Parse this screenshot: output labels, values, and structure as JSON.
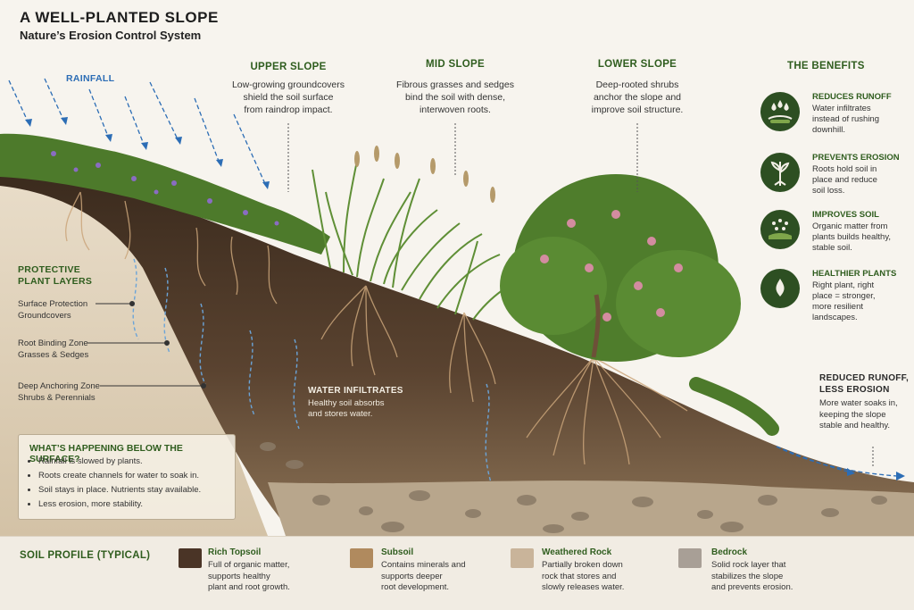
{
  "header": {
    "title": "A WELL-PLANTED SLOPE",
    "subtitle": "Nature’s Erosion Control System"
  },
  "rainfall": {
    "label": "RAINFALL"
  },
  "zones": [
    {
      "title": "UPPER SLOPE",
      "text": [
        "Low-growing groundcovers",
        "shield the soil surface",
        "from raindrop impact."
      ]
    },
    {
      "title": "MID SLOPE",
      "text": [
        "Fibrous grasses and sedges",
        "bind the soil with dense,",
        "interwoven roots."
      ]
    },
    {
      "title": "LOWER SLOPE",
      "text": [
        "Deep-rooted shrubs",
        "anchor the slope and",
        "improve soil structure."
      ]
    }
  ],
  "protective_layers": {
    "title": [
      "PROTECTIVE",
      "PLANT LAYERS"
    ],
    "items": [
      {
        "name": "Surface Protection",
        "detail": "Groundcovers"
      },
      {
        "name": "Root Binding Zone",
        "detail": "Grasses & Sedges"
      },
      {
        "name": "Deep Anchoring Zone",
        "detail": "Shrubs & Perennials"
      }
    ]
  },
  "water": {
    "title": "WATER INFILTRATES",
    "text": [
      "Healthy soil absorbs",
      "and stores water."
    ]
  },
  "below_surface": {
    "title": "WHAT’S HAPPENING BELOW THE SURFACE?",
    "items": [
      "Rainfall is slowed by plants.",
      "Roots create channels for water to soak in.",
      "Soil stays in place. Nutrients stay available.",
      "Less erosion, more stability."
    ]
  },
  "benefits": {
    "title": "THE BENEFITS",
    "items": [
      {
        "title": "REDUCES RUNOFF",
        "text": [
          "Water infiltrates",
          "instead of rushing",
          "downhill."
        ],
        "icon": "water-drops-icon"
      },
      {
        "title": "PREVENTS EROSION",
        "text": [
          "Roots hold soil in",
          "place and reduce",
          "soil loss."
        ],
        "icon": "plant-roots-icon"
      },
      {
        "title": "IMPROVES SOIL",
        "text": [
          "Organic matter from",
          "plants builds healthy,",
          "stable soil."
        ],
        "icon": "soil-particles-icon"
      },
      {
        "title": "HEALTHIER PLANTS",
        "text": [
          "Right plant, right",
          "place = stronger,",
          "more resilient",
          "landscapes."
        ],
        "icon": "water-drop-icon"
      }
    ]
  },
  "runoff": {
    "title": [
      "REDUCED RUNOFF,",
      "LESS EROSION"
    ],
    "text": [
      "More water soaks in,",
      "keeping the slope",
      "stable and healthy."
    ]
  },
  "soil_profile": {
    "title": "SOIL PROFILE (TYPICAL)",
    "layers": [
      {
        "name": "Rich Topsoil",
        "text": [
          "Full of organic matter,",
          "supports healthy",
          "plant and root growth."
        ],
        "color": "#4a3426"
      },
      {
        "name": "Subsoil",
        "text": [
          "Contains minerals and",
          "supports deeper",
          "root development."
        ],
        "color": "#b08a5e"
      },
      {
        "name": "Weathered Rock",
        "text": [
          "Partially broken down",
          "rock that stores and",
          "slowly releases water."
        ],
        "color": "#c9b49a"
      },
      {
        "name": "Bedrock",
        "text": [
          "Solid rock layer that",
          "stabilizes the slope",
          "and prevents erosion."
        ],
        "color": "#a89f96"
      }
    ]
  },
  "colors": {
    "accent_green": "#2f5d1e",
    "water_blue": "#2c6db5",
    "topsoil": "#3b2a1e"
  }
}
